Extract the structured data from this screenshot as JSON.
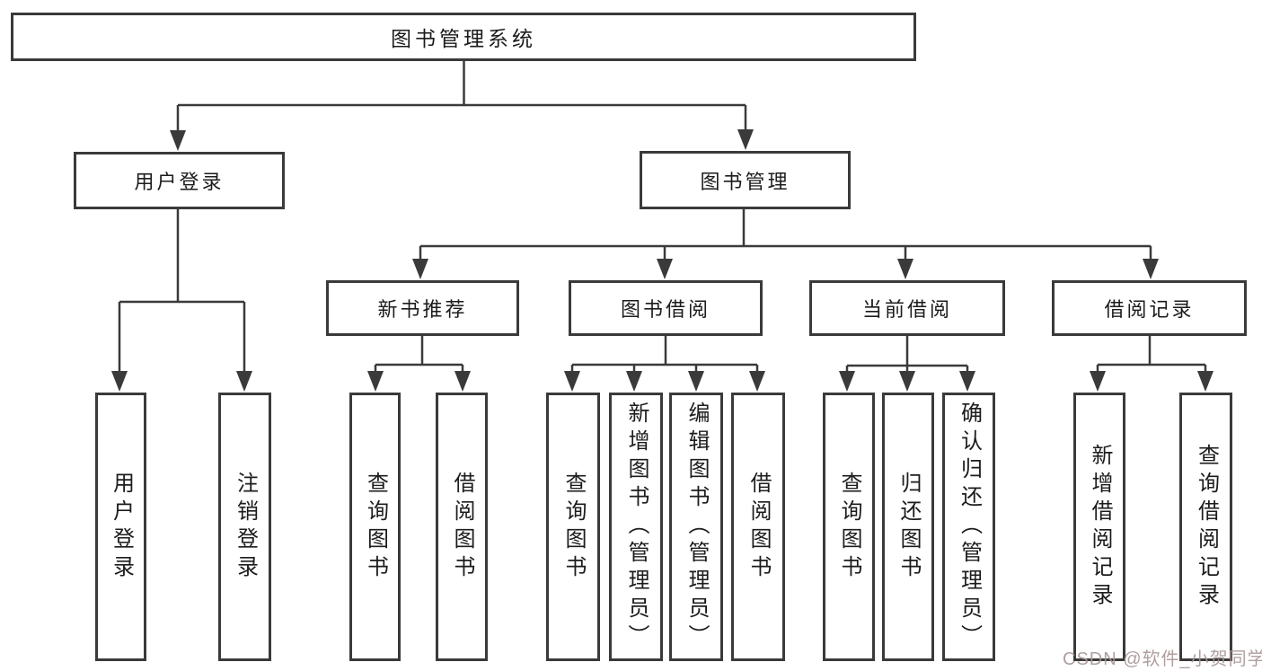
{
  "title": "图书管理系统",
  "watermark": "CSDN @软件_小贺同学",
  "colors": {
    "line": "#3a3a3a",
    "box_border": "#3a3a3a",
    "text": "#1c1c1c",
    "background": "#ffffff",
    "watermark": "#a89595"
  },
  "nodes": {
    "root": {
      "label": "图书管理系统"
    },
    "user_login": {
      "label": "用户登录"
    },
    "book_mgmt": {
      "label": "图书管理"
    },
    "new_book_rec": {
      "label": "新书推荐"
    },
    "book_borrow": {
      "label": "图书借阅"
    },
    "current_borrow": {
      "label": "当前借阅"
    },
    "borrow_records": {
      "label": "借阅记录"
    },
    "leaf_user_login": {
      "label": "用户登录"
    },
    "leaf_logout": {
      "label": "注销登录"
    },
    "leaf_query_book_rec": {
      "label": "查询图书"
    },
    "leaf_borrow_book_rec": {
      "label": "借阅图书"
    },
    "leaf_query_book_borrow": {
      "label": "查询图书"
    },
    "leaf_add_book_admin": {
      "label": "新增图书（管理员）"
    },
    "leaf_edit_book_admin": {
      "label": "编辑图书（管理员）"
    },
    "leaf_borrow_book": {
      "label": "借阅图书"
    },
    "leaf_query_book_current": {
      "label": "查询图书"
    },
    "leaf_return_book": {
      "label": "归还图书"
    },
    "leaf_confirm_return_admin": {
      "label": "确认归还（管理员）"
    },
    "leaf_add_borrow_record": {
      "label": "新增借阅记录"
    },
    "leaf_query_borrow_record": {
      "label": "查询借阅记录"
    }
  },
  "hierarchy": [
    {
      "parent": "图书管理系统",
      "children": [
        "用户登录",
        "图书管理"
      ]
    },
    {
      "parent": "用户登录",
      "children": [
        "用户登录",
        "注销登录"
      ]
    },
    {
      "parent": "图书管理",
      "children": [
        "新书推荐",
        "图书借阅",
        "当前借阅",
        "借阅记录"
      ]
    },
    {
      "parent": "新书推荐",
      "children": [
        "查询图书",
        "借阅图书"
      ]
    },
    {
      "parent": "图书借阅",
      "children": [
        "查询图书",
        "新增图书（管理员）",
        "编辑图书（管理员）",
        "借阅图书"
      ]
    },
    {
      "parent": "当前借阅",
      "children": [
        "查询图书",
        "归还图书",
        "确认归还（管理员）"
      ]
    },
    {
      "parent": "借阅记录",
      "children": [
        "新增借阅记录",
        "查询借阅记录"
      ]
    }
  ]
}
